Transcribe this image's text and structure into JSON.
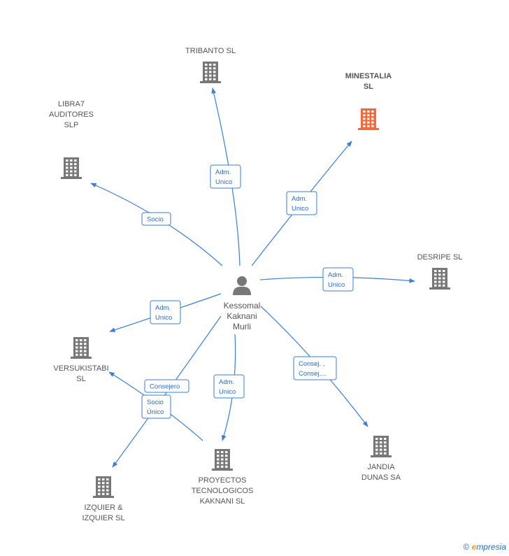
{
  "center": {
    "name_lines": [
      "Kessomal",
      "Kaknani",
      "Murli"
    ],
    "icon": "person-icon"
  },
  "companies": [
    {
      "id": "tribanto",
      "lines": [
        "TRIBANTO SL"
      ],
      "color": "#777777"
    },
    {
      "id": "minestalia",
      "lines": [
        "MINESTALIA",
        "SL"
      ],
      "color": "#f06a3a",
      "highlight": true
    },
    {
      "id": "libra7",
      "lines": [
        "LIBRA7",
        "AUDITORES",
        "SLP"
      ],
      "color": "#777777"
    },
    {
      "id": "desripe",
      "lines": [
        "DESRIPE SL"
      ],
      "color": "#777777"
    },
    {
      "id": "versukistabi",
      "lines": [
        "VERSUKISTABI",
        "SL"
      ],
      "color": "#777777"
    },
    {
      "id": "jandia",
      "lines": [
        "JANDIA",
        "DUNAS SA"
      ],
      "color": "#777777"
    },
    {
      "id": "proyectos",
      "lines": [
        "PROYECTOS",
        "TECNOLOGICOS",
        "KAKNANI  SL"
      ],
      "color": "#777777"
    },
    {
      "id": "izquier",
      "lines": [
        "IZQUIER &",
        "IZQUIER SL"
      ],
      "color": "#777777"
    }
  ],
  "relations": [
    {
      "to": "tribanto",
      "lines": [
        "Adm.",
        "Unico"
      ]
    },
    {
      "to": "minestalia",
      "lines": [
        "Adm.",
        "Unico"
      ]
    },
    {
      "to": "libra7",
      "lines": [
        "Socio"
      ]
    },
    {
      "to": "desripe",
      "lines": [
        "Adm.",
        "Unico"
      ]
    },
    {
      "to": "versukistabi",
      "lines": [
        "Adm.",
        "Unico"
      ]
    },
    {
      "to": "jandia",
      "lines": [
        "Consej. ,",
        "Consej...."
      ]
    },
    {
      "to": "proyectos",
      "lines": [
        "Adm.",
        "Unico"
      ]
    },
    {
      "to": "izquier",
      "lines": [
        "Consejero"
      ]
    },
    {
      "to": "versukistabi-izquier",
      "lines": [
        "Socio",
        "Único"
      ]
    }
  ],
  "colors": {
    "edge": "#3a7fd5",
    "icon": "#777777",
    "highlight": "#f06a3a"
  },
  "watermark": {
    "symbol": "©",
    "brand_initial": "e",
    "brand_rest": "mpresia"
  }
}
